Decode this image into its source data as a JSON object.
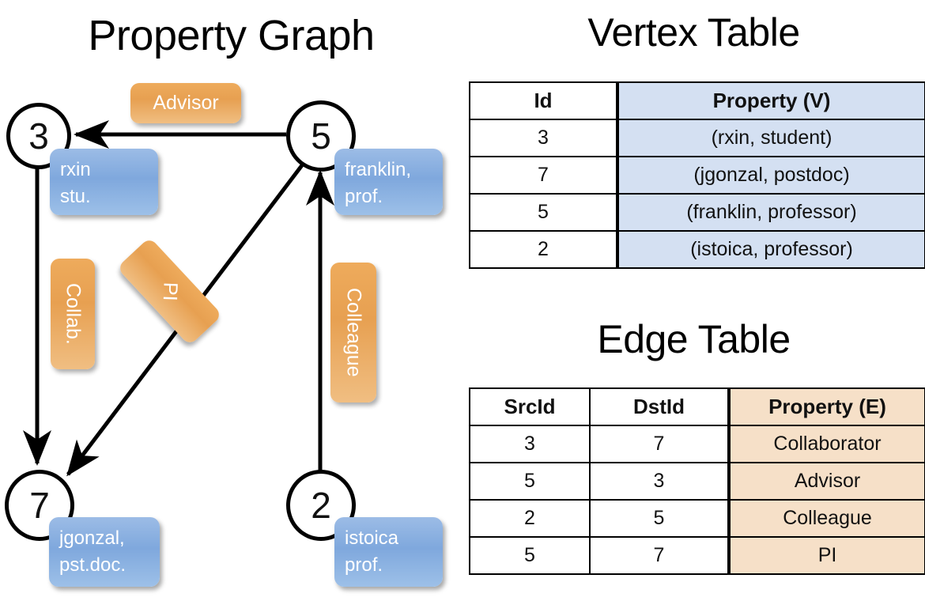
{
  "titles": {
    "graph": "Property Graph",
    "vertex_table": "Vertex Table",
    "edge_table": "Edge Table"
  },
  "graph": {
    "nodes": [
      {
        "id": "3",
        "property": "rxin\nstu.",
        "line1": "rxin",
        "line2": "stu."
      },
      {
        "id": "5",
        "property": "franklin, prof.",
        "line1": "franklin,",
        "line2": "prof."
      },
      {
        "id": "7",
        "property": "jgonzal, pst.doc.",
        "line1": "jgonzal,",
        "line2": "pst.doc."
      },
      {
        "id": "2",
        "property": "istoica prof.",
        "line1": "istoica",
        "line2": "prof."
      }
    ],
    "edge_labels": [
      {
        "name": "advisor",
        "text": "Advisor",
        "orientation": "horizontal"
      },
      {
        "name": "collab",
        "text": "Collab.",
        "orientation": "vertical"
      },
      {
        "name": "pi",
        "text": "PI",
        "orientation": "diagonal"
      },
      {
        "name": "colleague",
        "text": "Colleague",
        "orientation": "vertical"
      }
    ]
  },
  "vertex_table": {
    "headers": [
      "Id",
      "Property (V)"
    ],
    "rows": [
      {
        "id": "3",
        "property": "(rxin, student)"
      },
      {
        "id": "7",
        "property": "(jgonzal, postdoc)"
      },
      {
        "id": "5",
        "property": "(franklin, professor)"
      },
      {
        "id": "2",
        "property": "(istoica, professor)"
      }
    ]
  },
  "edge_table": {
    "headers": [
      "SrcId",
      "DstId",
      "Property (E)"
    ],
    "rows": [
      {
        "src": "3",
        "dst": "7",
        "property": "Collaborator"
      },
      {
        "src": "5",
        "dst": "3",
        "property": "Advisor"
      },
      {
        "src": "2",
        "dst": "5",
        "property": "Colleague"
      },
      {
        "src": "5",
        "dst": "7",
        "property": "PI"
      }
    ]
  },
  "colors": {
    "vertex_property_fill": "#d4e0f2",
    "edge_property_fill": "#f6e0c8",
    "node_property_box": "#7fa8dd",
    "edge_label_box": "#e7a051",
    "stroke": "#000000",
    "background": "#ffffff"
  }
}
